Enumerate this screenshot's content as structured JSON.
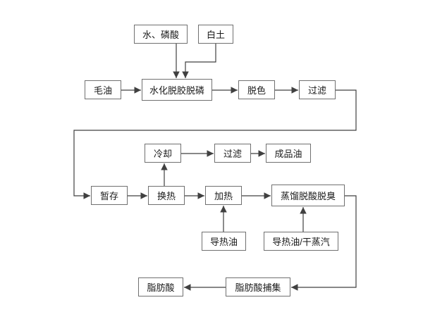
{
  "diagram": {
    "type": "flowchart",
    "nodes": {
      "water_phosphoric_acid": "水、磷酸",
      "white_clay": "白土",
      "crude_oil": "毛油",
      "hydration_degumming": "水化脱胶脱磷",
      "decolorization": "脱色",
      "filtration_1": "过滤",
      "cooling": "冷却",
      "filtration_2": "过滤",
      "finished_oil": "成品油",
      "temporary_storage": "暂存",
      "heat_exchange": "换热",
      "heating": "加热",
      "distillation_deacid_deodor": "蒸馏脱酸脱臭",
      "heat_transfer_oil": "导热油",
      "heat_transfer_oil_dry_steam": "导热油/干蒸汽",
      "fatty_acid": "脂肪酸",
      "fatty_acid_capture": "脂肪酸捕集"
    },
    "edges": [
      [
        "water_phosphoric_acid",
        "hydration_degumming"
      ],
      [
        "white_clay",
        "hydration_degumming"
      ],
      [
        "crude_oil",
        "hydration_degumming"
      ],
      [
        "hydration_degumming",
        "decolorization"
      ],
      [
        "decolorization",
        "filtration_1"
      ],
      [
        "filtration_1",
        "temporary_storage"
      ],
      [
        "temporary_storage",
        "heat_exchange"
      ],
      [
        "heat_exchange",
        "heating"
      ],
      [
        "heating",
        "distillation_deacid_deodor"
      ],
      [
        "heat_exchange",
        "cooling"
      ],
      [
        "cooling",
        "filtration_2"
      ],
      [
        "filtration_2",
        "finished_oil"
      ],
      [
        "heat_transfer_oil",
        "heating"
      ],
      [
        "heat_transfer_oil_dry_steam",
        "distillation_deacid_deodor"
      ],
      [
        "distillation_deacid_deodor",
        "fatty_acid_capture"
      ],
      [
        "fatty_acid_capture",
        "fatty_acid"
      ]
    ],
    "colors": {
      "box_border": "#707070",
      "line": "#404040",
      "text": "#1a1a1a",
      "background": "#ffffff"
    }
  }
}
